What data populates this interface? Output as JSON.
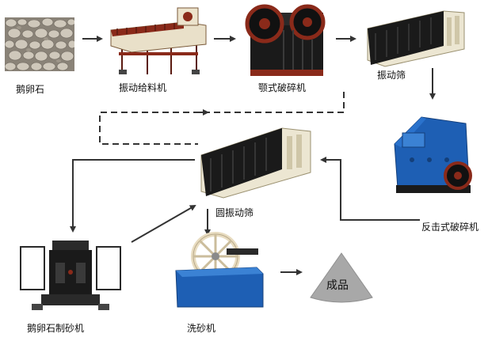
{
  "labels": {
    "pebbles": "鹅卵石",
    "vibrating_feeder": "振动给料机",
    "jaw_crusher": "颚式破碎机",
    "vibrating_screen": "振动筛",
    "circular_screen": "圆振动筛",
    "impact_crusher": "反击式破碎机",
    "sand_maker": "鹅卵石制砂机",
    "sand_washer": "洗砂机",
    "product": "成品"
  },
  "colors": {
    "arrow": "#333333",
    "crusher_blue": "#1e5fb4",
    "screen_cream": "#ece6d2",
    "frame_black": "#1a1a1a",
    "frame_red": "#8a2a1a",
    "product_gray": "#a8a8a8"
  }
}
